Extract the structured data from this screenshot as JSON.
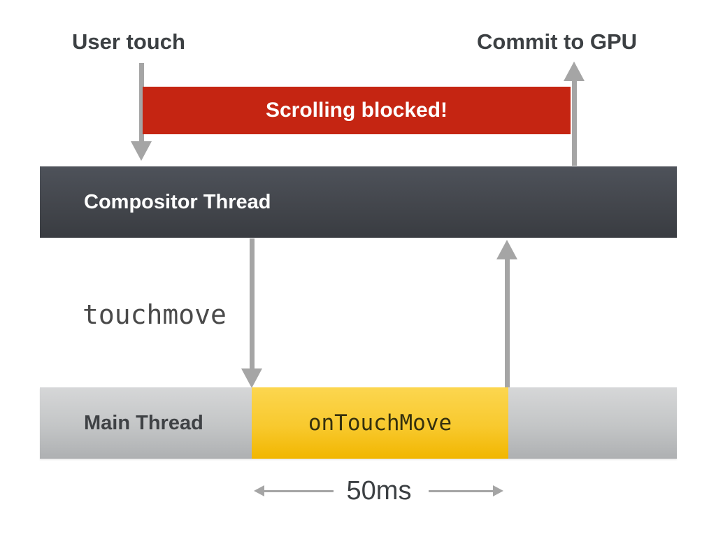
{
  "labels": {
    "user_touch": "User touch",
    "commit_to_gpu": "Commit to GPU",
    "scrolling_blocked": "Scrolling blocked!",
    "compositor_thread": "Compositor Thread",
    "touchmove_event": "touchmove",
    "main_thread": "Main Thread",
    "task_name": "onTouchMove",
    "duration": "50ms"
  },
  "colors": {
    "blocked_banner": "#c52512",
    "banner_text": "#ffffff",
    "compositor_bar_gradient_top": "#4e525a",
    "compositor_bar_gradient_bottom": "#393c41",
    "main_bar_gradient_top": "#d6d7d8",
    "main_bar_gradient_bottom": "#aeb0b2",
    "task_block_gradient_top": "#fcd64f",
    "task_block_gradient_bottom": "#f1b600",
    "arrow": "#a5a5a5",
    "heading_text": "#3c4043"
  }
}
